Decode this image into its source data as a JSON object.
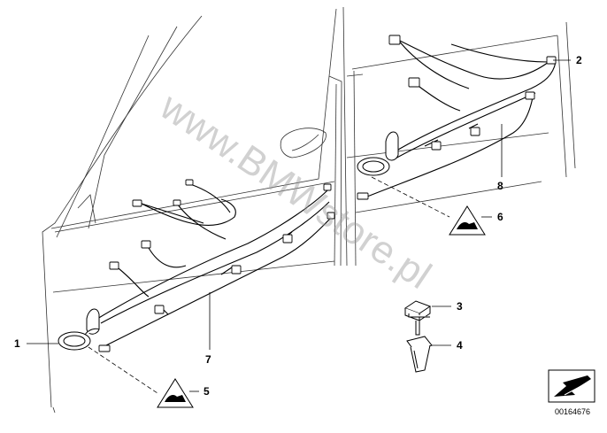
{
  "diagram": {
    "watermark": "www.BMWstore.pl",
    "document_number": "00164676",
    "callouts": [
      {
        "id": "1",
        "label": "1"
      },
      {
        "id": "2",
        "label": "2"
      },
      {
        "id": "3",
        "label": "3"
      },
      {
        "id": "4",
        "label": "4"
      },
      {
        "id": "5",
        "label": "5"
      },
      {
        "id": "6",
        "label": "6"
      },
      {
        "id": "7",
        "label": "7"
      },
      {
        "id": "8",
        "label": "8"
      }
    ]
  }
}
